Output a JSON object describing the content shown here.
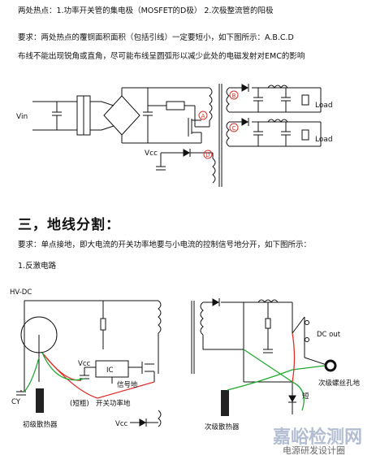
{
  "header": {
    "line1": "两处热点：1.功率开关管的集电极（MOSFET的D极） 2.次极整流管的阳极",
    "line2": "要求：两处热点的覆铜面积面积（包括引线）一定要短小，如下图所示：A.B.C.D",
    "line3": "布线不能出现锐角或直角，尽可能布线呈圆弧形以减少此处的电磁发射对EMC的影响"
  },
  "diagram1": {
    "vin": "Vin",
    "vcc": "Vcc",
    "load_top": "Load",
    "load_bottom": "Load",
    "markers": [
      "A",
      "B",
      "C",
      "D"
    ]
  },
  "section": {
    "title": "三，地线分割：",
    "requirement": "要求：单点接地，即大电流的开关功率地要与小电流的控制信号地分开，如下图所示：",
    "sub": "1.反激电路"
  },
  "diagram2": {
    "hv_dc": "HV-DC",
    "vcc_left": "Vcc",
    "ic": "IC",
    "signal_ground": "信号地",
    "thick": "(短粗)",
    "switch_ground": "开关功率地",
    "cy": "CY",
    "primary_heatsink": "初级散热器",
    "vcc_bottom": "Vcc",
    "dc_out": "DC out",
    "secondary_screw": "次级螺丝孔地",
    "short": "短",
    "secondary_heatsink": "次级散热器"
  },
  "watermark": {
    "site": "嘉峪检测网",
    "account": "电源研发设计圈"
  },
  "colors": {
    "line": "#111111",
    "marker": "#e0302a",
    "green": "#22aa33",
    "heatsink": "#222222",
    "watermark": "#9aa9c4"
  }
}
